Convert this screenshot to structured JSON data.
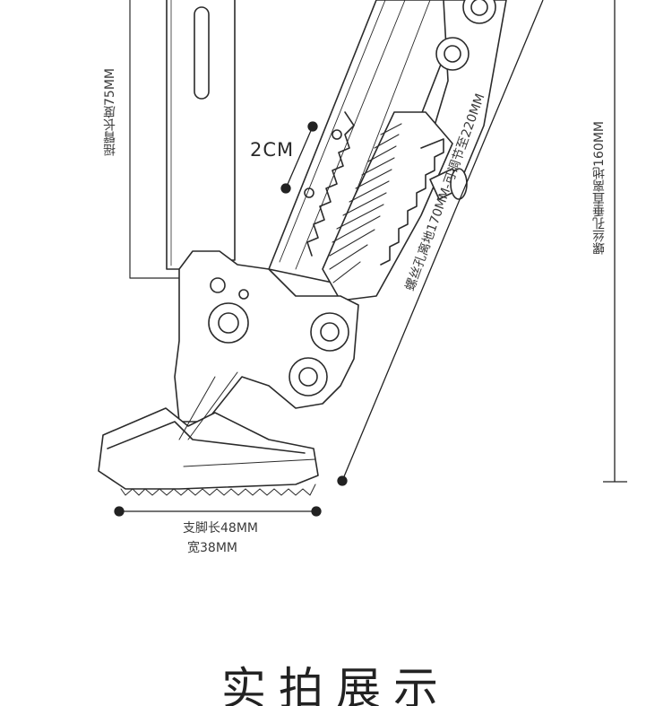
{
  "labels": {
    "arm_length": "摇臂长度75MM",
    "step": "2CM",
    "hole_to_ground_adjust": "螺丝孔离地170MM-可调节至220MM",
    "hole_vertical_height": "螺丝孔垂直离地160MM",
    "foot_length": "支脚长48MM",
    "foot_width": "宽38MM"
  },
  "section_title": "实拍展示",
  "colors": {
    "line": "#222222",
    "fill": "#ffffff",
    "text": "#333333"
  }
}
